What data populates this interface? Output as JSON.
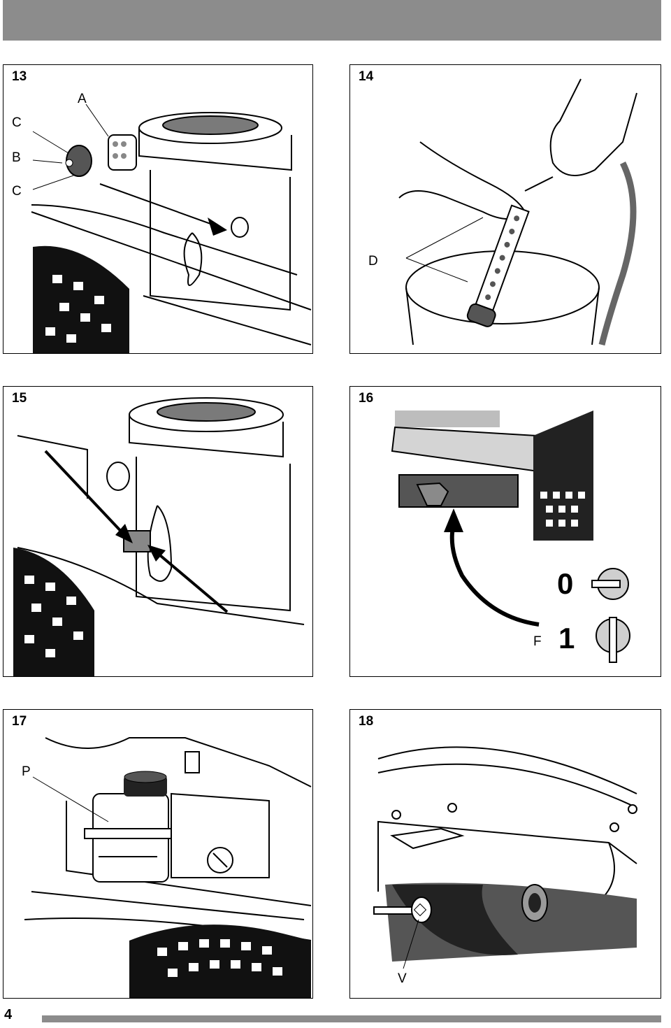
{
  "page": {
    "number": "4"
  },
  "panels": [
    {
      "number": "13",
      "labels": [
        "A",
        "B",
        "C",
        "C"
      ]
    },
    {
      "number": "14",
      "labels": [
        "D"
      ]
    },
    {
      "number": "15",
      "labels": []
    },
    {
      "number": "16",
      "labels": [
        "F"
      ],
      "positions": [
        "0",
        "1"
      ]
    },
    {
      "number": "17",
      "labels": [
        "P"
      ]
    },
    {
      "number": "18",
      "labels": [
        "V"
      ]
    }
  ]
}
